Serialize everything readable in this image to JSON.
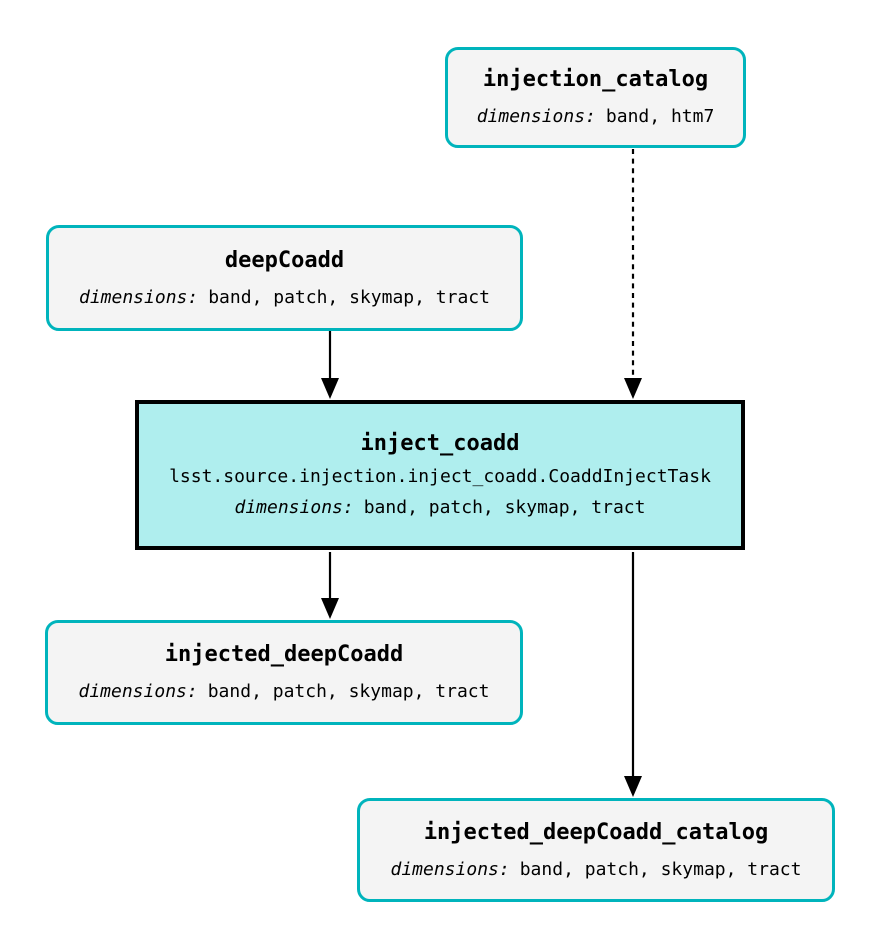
{
  "diagram": {
    "kind": "pipeline-task-graph",
    "colors": {
      "background": "#ffffff",
      "dataset_border": "#00b4bc",
      "dataset_fill": "#f4f4f4",
      "task_border": "#000000",
      "task_fill": "#afeeee",
      "edge": "#000000",
      "text": "#000000"
    },
    "nodes": {
      "injection_catalog": {
        "type": "dataset",
        "title": "injection_catalog",
        "dimensions_label": "dimensions:",
        "dimensions": "band, htm7"
      },
      "deepCoadd": {
        "type": "dataset",
        "title": "deepCoadd",
        "dimensions_label": "dimensions:",
        "dimensions": "band, patch, skymap, tract"
      },
      "inject_coadd": {
        "type": "task",
        "title": "inject_coadd",
        "task_class": "lsst.source.injection.inject_coadd.CoaddInjectTask",
        "dimensions_label": "dimensions:",
        "dimensions": "band, patch, skymap, tract"
      },
      "injected_deepCoadd": {
        "type": "dataset",
        "title": "injected_deepCoadd",
        "dimensions_label": "dimensions:",
        "dimensions": "band, patch, skymap, tract"
      },
      "injected_deepCoadd_catalog": {
        "type": "dataset",
        "title": "injected_deepCoadd_catalog",
        "dimensions_label": "dimensions:",
        "dimensions": "band, patch, skymap, tract"
      }
    },
    "edges": [
      {
        "from": "injection_catalog",
        "to": "inject_coadd",
        "style": "dashed"
      },
      {
        "from": "deepCoadd",
        "to": "inject_coadd",
        "style": "solid"
      },
      {
        "from": "inject_coadd",
        "to": "injected_deepCoadd",
        "style": "solid"
      },
      {
        "from": "inject_coadd",
        "to": "injected_deepCoadd_catalog",
        "style": "solid"
      }
    ]
  }
}
